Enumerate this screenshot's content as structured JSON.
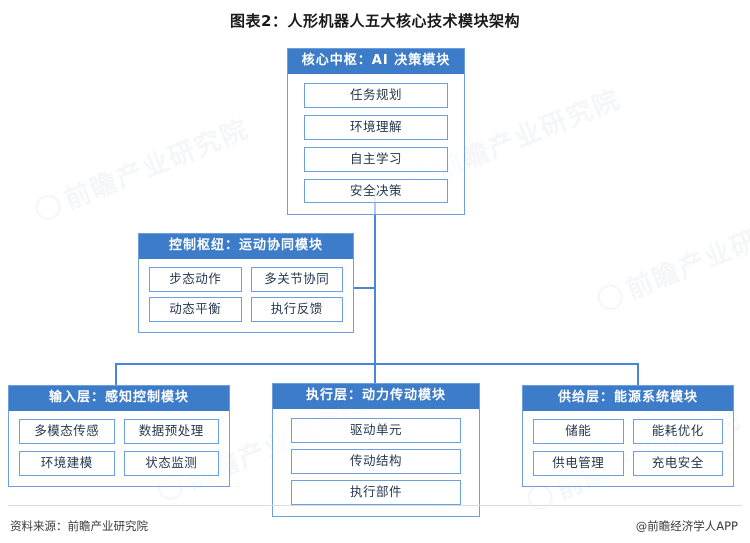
{
  "title": "图表2：人形机器人五大核心技术模块架构",
  "colors": {
    "header_blue": "#3d7cc9",
    "border_blue": "#6d9fe0",
    "connector_blue": "#4a86d6",
    "text_dark": "#26384f",
    "background": "#ffffff"
  },
  "watermark": {
    "text": "前瞻产业研究院",
    "icon": "circle-logo-icon"
  },
  "modules": {
    "core": {
      "header": "核心中枢：AI 决策模块",
      "items": [
        "任务规划",
        "环境理解",
        "自主学习",
        "安全决策"
      ]
    },
    "control": {
      "header": "控制枢纽：运动协同模块",
      "items": [
        "步态动作",
        "多关节协同",
        "动态平衡",
        "执行反馈"
      ]
    },
    "input": {
      "header": "输入层：感知控制模块",
      "items": [
        "多模态传感",
        "数据预处理",
        "环境建模",
        "状态监测"
      ]
    },
    "actuate": {
      "header": "执行层：动力传动模块",
      "items": [
        "驱动单元",
        "传动结构",
        "执行部件"
      ]
    },
    "supply": {
      "header": "供给层：能源系统模块",
      "items": [
        "储能",
        "能耗优化",
        "供电管理",
        "充电安全"
      ]
    }
  },
  "footer": {
    "source": "资料来源：前瞻产业研究院",
    "brand": "@前瞻经济学人APP"
  }
}
